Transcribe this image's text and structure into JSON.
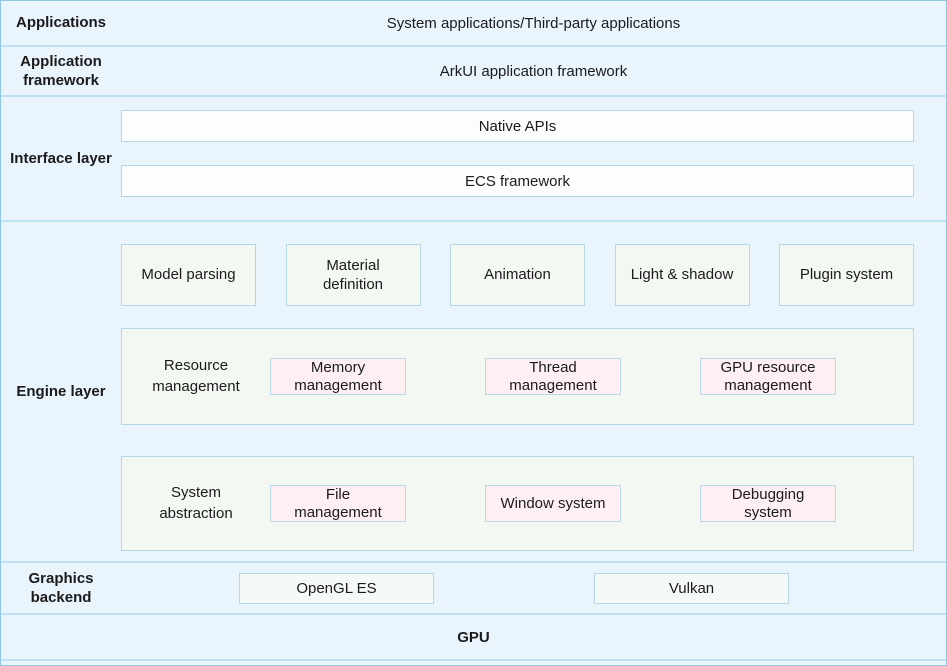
{
  "colors": {
    "band_background": "#e9f4fc",
    "separator_line": "#bee2f4",
    "box_border": "#b5d6e6",
    "light_box_background": "#f3f8f2",
    "white_box_background": "#fcfefd",
    "pink_box_background": "#fdeff2",
    "text": "#1b1b1b"
  },
  "layers": {
    "applications": {
      "label": "Applications",
      "content": "System applications/Third-party applications"
    },
    "application_framework": {
      "label": "Application framework",
      "content": "ArkUI application framework"
    },
    "interface_layer": {
      "label": "Interface layer",
      "boxes": [
        "Native APIs",
        "ECS framework"
      ]
    },
    "engine_layer": {
      "label": "Engine layer",
      "feature_boxes": [
        "Model parsing",
        "Material definition",
        "Animation",
        "Light & shadow",
        "Plugin system"
      ],
      "groups": [
        {
          "label": "Resource management",
          "items": [
            "Memory management",
            "Thread management",
            "GPU resource management"
          ]
        },
        {
          "label": "System abstraction",
          "items": [
            "File management",
            "Window system",
            "Debugging system"
          ]
        }
      ]
    },
    "graphics_backend": {
      "label": "Graphics backend",
      "boxes": [
        "OpenGL ES",
        "Vulkan"
      ]
    },
    "gpu": {
      "label": "GPU"
    }
  }
}
